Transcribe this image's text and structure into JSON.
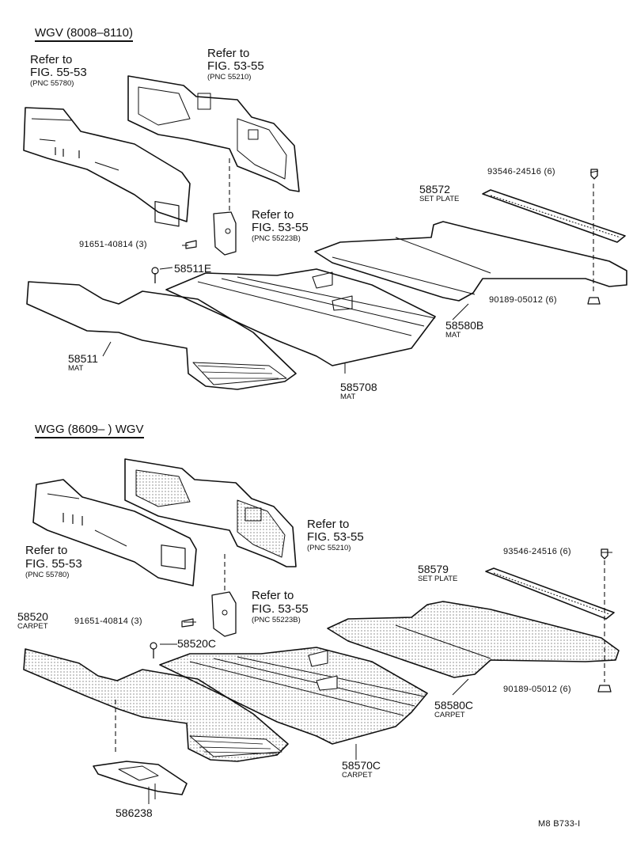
{
  "section_a": {
    "header": "WGV (8008–8110)",
    "labels": {
      "ref_left_1": "Refer to",
      "ref_left_2": "FIG. 55-53",
      "ref_left_3": "(PNC 55780)",
      "ref_top_1": "Refer to",
      "ref_top_2": "FIG. 53-55",
      "ref_top_3": "(PNC 55210)",
      "ref_mid_1": "Refer to",
      "ref_mid_2": "FIG. 53-55",
      "ref_mid_3": "(PNC 55223B)",
      "bolt": "91651-40814 (3)",
      "clip": "58511E",
      "screw": "93546-24516 (6)",
      "plate_pn": "58572",
      "plate_name": "SET PLATE",
      "nut": "90189-05012 (6)",
      "rear_pn": "58580B",
      "rear_name": "MAT",
      "front_pn": "58511",
      "front_name": "MAT",
      "center_pn": "585708",
      "center_name": "MAT"
    }
  },
  "section_b": {
    "header": "WGG (8609–        ) WGV",
    "labels": {
      "ref_left_1": "Refer to",
      "ref_left_2": "FIG. 55-53",
      "ref_left_3": "(PNC 55780)",
      "ref_top_1": "Refer to",
      "ref_top_2": "FIG. 53-55",
      "ref_top_3": "(PNC 55210)",
      "ref_mid_1": "Refer to",
      "ref_mid_2": "FIG. 53-55",
      "ref_mid_3": "(PNC 55223B)",
      "bolt": "91651-40814 (3)",
      "clip": "58520C",
      "screw": "93546-24516 (6)",
      "plate_pn": "58579",
      "plate_name": "SET PLATE",
      "nut": "90189-05012 (6)",
      "rear_pn": "58580C",
      "rear_name": "CARPET",
      "front_pn": "58520",
      "front_name": "CARPET",
      "center_pn": "58570C",
      "center_name": "CARPET",
      "pad_pn": "586238"
    }
  },
  "footer": {
    "code": "M8  B733-I"
  }
}
